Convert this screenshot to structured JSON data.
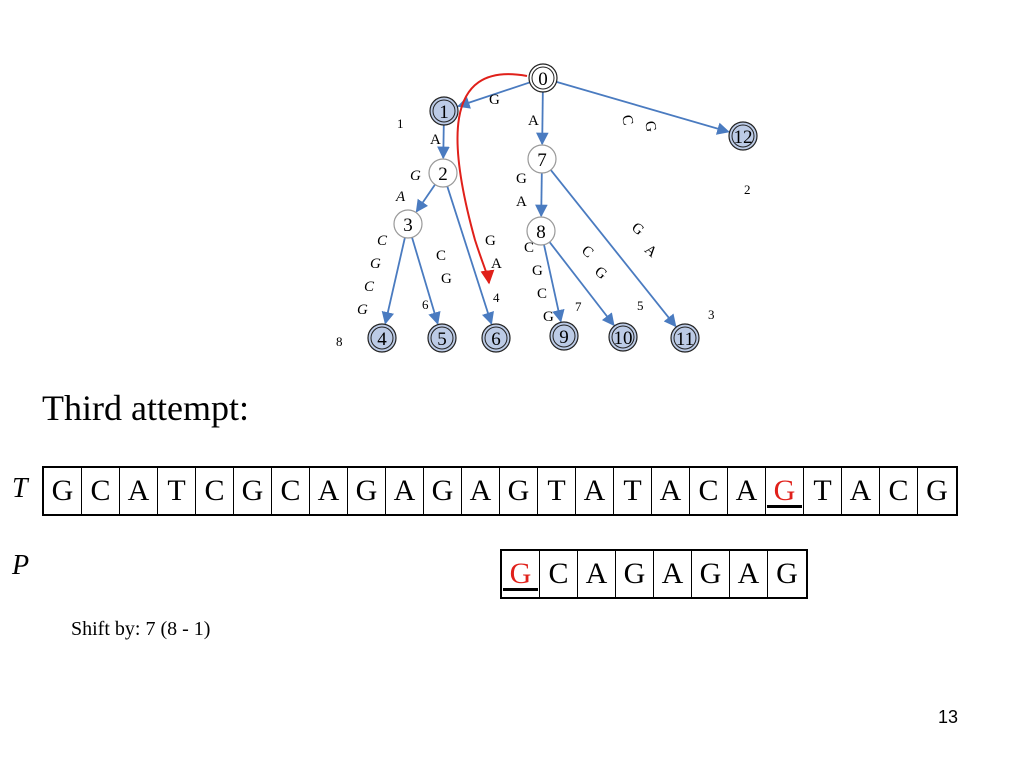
{
  "tree": {
    "nodes": [
      {
        "id": "0",
        "shaded": false,
        "double": true
      },
      {
        "id": "1",
        "shaded": true,
        "double": true
      },
      {
        "id": "2",
        "shaded": false,
        "double": false
      },
      {
        "id": "3",
        "shaded": false,
        "double": false
      },
      {
        "id": "4",
        "shaded": true,
        "double": true
      },
      {
        "id": "5",
        "shaded": true,
        "double": true
      },
      {
        "id": "6",
        "shaded": true,
        "double": true
      },
      {
        "id": "7",
        "shaded": false,
        "double": false
      },
      {
        "id": "8",
        "shaded": false,
        "double": false
      },
      {
        "id": "9",
        "shaded": true,
        "double": true
      },
      {
        "id": "10",
        "shaded": true,
        "double": true
      },
      {
        "id": "11",
        "shaded": true,
        "double": true
      },
      {
        "id": "12",
        "shaded": true,
        "double": true
      }
    ],
    "edges": [
      {
        "from": "0",
        "to": "1"
      },
      {
        "from": "0",
        "to": "7"
      },
      {
        "from": "0",
        "to": "12"
      },
      {
        "from": "1",
        "to": "2"
      },
      {
        "from": "2",
        "to": "3"
      },
      {
        "from": "2",
        "to": "6"
      },
      {
        "from": "3",
        "to": "4"
      },
      {
        "from": "3",
        "to": "5"
      },
      {
        "from": "7",
        "to": "8"
      },
      {
        "from": "7",
        "to": "11"
      },
      {
        "from": "8",
        "to": "9"
      },
      {
        "from": "8",
        "to": "10"
      }
    ],
    "edge_labels": [
      "G",
      "A",
      "C",
      "G",
      "A",
      "G",
      "A",
      "G",
      "A",
      "C",
      "G",
      "C",
      "G",
      "C",
      "G",
      "G",
      "A",
      "C",
      "G",
      "C",
      "G",
      "C",
      "G",
      "G",
      "A",
      "C",
      "G"
    ],
    "leaf_numbers": [
      "1",
      "2",
      "8",
      "6",
      "4",
      "7",
      "5",
      "3"
    ],
    "highlight_color": "#e0201a",
    "node_fill": "#bccbe6",
    "edge_color": "#4a7bc0"
  },
  "title": "Third attempt:",
  "text_label": "T",
  "pattern_label": "P",
  "text_sequence": [
    "G",
    "C",
    "A",
    "T",
    "C",
    "G",
    "C",
    "A",
    "G",
    "A",
    "G",
    "A",
    "G",
    "T",
    "A",
    "T",
    "A",
    "C",
    "A",
    "G",
    "T",
    "A",
    "C",
    "G"
  ],
  "text_highlight_index": 19,
  "pattern_sequence": [
    "G",
    "C",
    "A",
    "G",
    "A",
    "G",
    "A",
    "G"
  ],
  "pattern_highlight_index": 0,
  "shift_text": "Shift by: 7 (8 - 1)",
  "page_number": "13"
}
